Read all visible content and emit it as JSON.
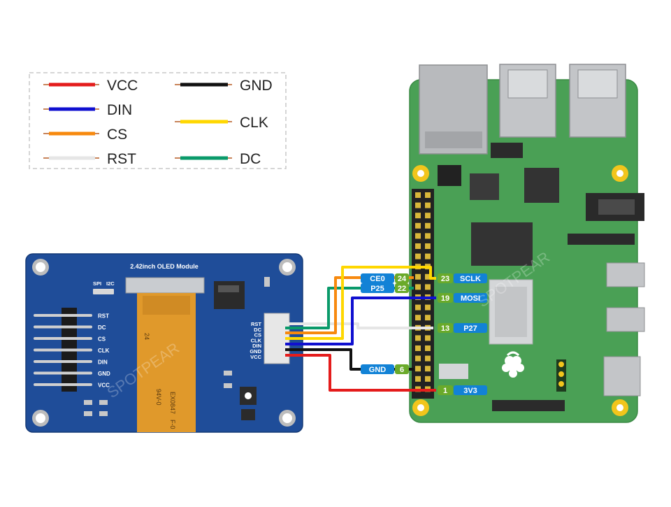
{
  "legend": [
    {
      "label": "VCC",
      "color": "#e41c1c"
    },
    {
      "label": "DIN",
      "color": "#1010d0"
    },
    {
      "label": "CS",
      "color": "#f7890e"
    },
    {
      "label": "RST",
      "color": "#e6e6e6"
    },
    {
      "label": "GND",
      "color": "#111111"
    },
    {
      "label": "CLK",
      "color": "#ffd700"
    },
    {
      "label": "DC",
      "color": "#0a9a6a"
    }
  ],
  "oled_module": {
    "title": "2.42inch OLED Module",
    "mode_labels": [
      "SPI",
      "I2C"
    ],
    "header_pins": [
      "RST",
      "DC",
      "CS",
      "CLK",
      "DIN",
      "GND",
      "VCC"
    ],
    "connector_pins": [
      "RST",
      "DC",
      "CS",
      "CLK",
      "DIN",
      "GND",
      "VCC"
    ],
    "fpc_text": [
      "EX0847",
      "F-0",
      "94V-0"
    ],
    "fpc_small": "24"
  },
  "pi_pins": {
    "left": [
      {
        "num": "24",
        "name": "CE0"
      },
      {
        "num": "22",
        "name": "P25"
      },
      {
        "num": "6",
        "name": "GND"
      }
    ],
    "right": [
      {
        "num": "23",
        "name": "SCLK"
      },
      {
        "num": "19",
        "name": "MOSI"
      },
      {
        "num": "13",
        "name": "P27"
      },
      {
        "num": "1",
        "name": "3V3"
      }
    ]
  },
  "watermark": "SPOTPEAR",
  "colors": {
    "pcb_blue": "#1f4d99",
    "pi_green": "#4aa055",
    "pin_num_green": "#6aaa2a",
    "pin_name_blue": "#1282d6"
  }
}
